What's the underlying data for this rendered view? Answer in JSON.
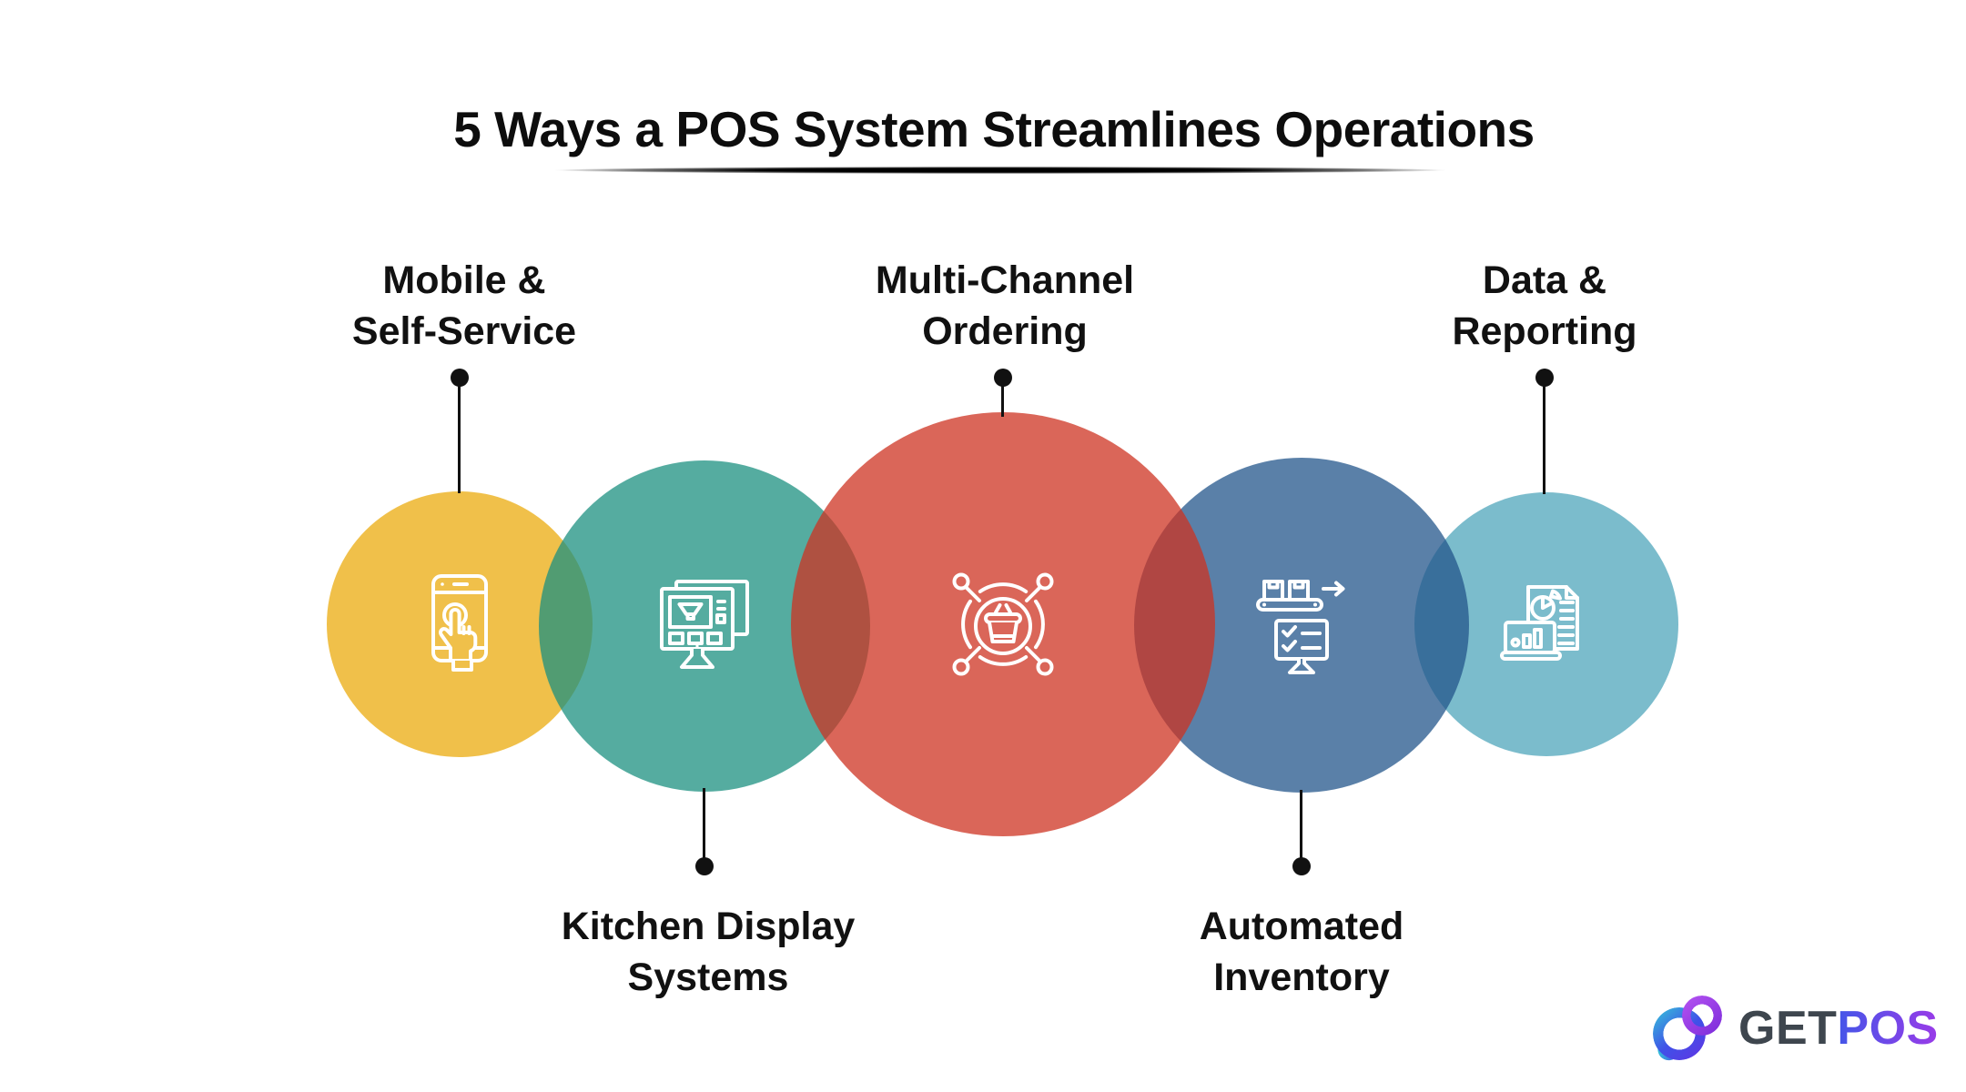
{
  "title": {
    "text": "5 Ways a POS System Streamlines Operations"
  },
  "steps": [
    {
      "id": "mobile-self-service",
      "label_line1": "Mobile &",
      "label_line2": "Self-Service",
      "label_position": "top",
      "circle_color": "#F0C04A",
      "icon": "mobile-touch-icon"
    },
    {
      "id": "kitchen-display-systems",
      "label_line1": "Kitchen Display",
      "label_line2": "Systems",
      "label_position": "bottom",
      "circle_color": "#55ACA0",
      "icon": "kitchen-display-icon"
    },
    {
      "id": "multi-channel-ordering",
      "label_line1": "Multi-Channel",
      "label_line2": "Ordering",
      "label_position": "top",
      "circle_color": "#DA6659",
      "icon": "multi-channel-basket-icon"
    },
    {
      "id": "automated-inventory",
      "label_line1": "Automated",
      "label_line2": "Inventory",
      "label_position": "bottom",
      "circle_color": "#5A80A8",
      "icon": "inventory-conveyor-icon"
    },
    {
      "id": "data-reporting",
      "label_line1": "Data &",
      "label_line2": "Reporting",
      "label_position": "top",
      "circle_color": "#7BBCCC",
      "icon": "data-reporting-icon"
    }
  ],
  "logo": {
    "mark": "getpos-gp-mark",
    "text_get": "GET",
    "text_pos": "POS",
    "get_color": "#3E464E",
    "pos_gradient_start": "#4356E8",
    "pos_gradient_end": "#9A3BE8"
  },
  "colors": {
    "background": "#FFFFFF",
    "text": "#111111",
    "connector": "#111111"
  }
}
